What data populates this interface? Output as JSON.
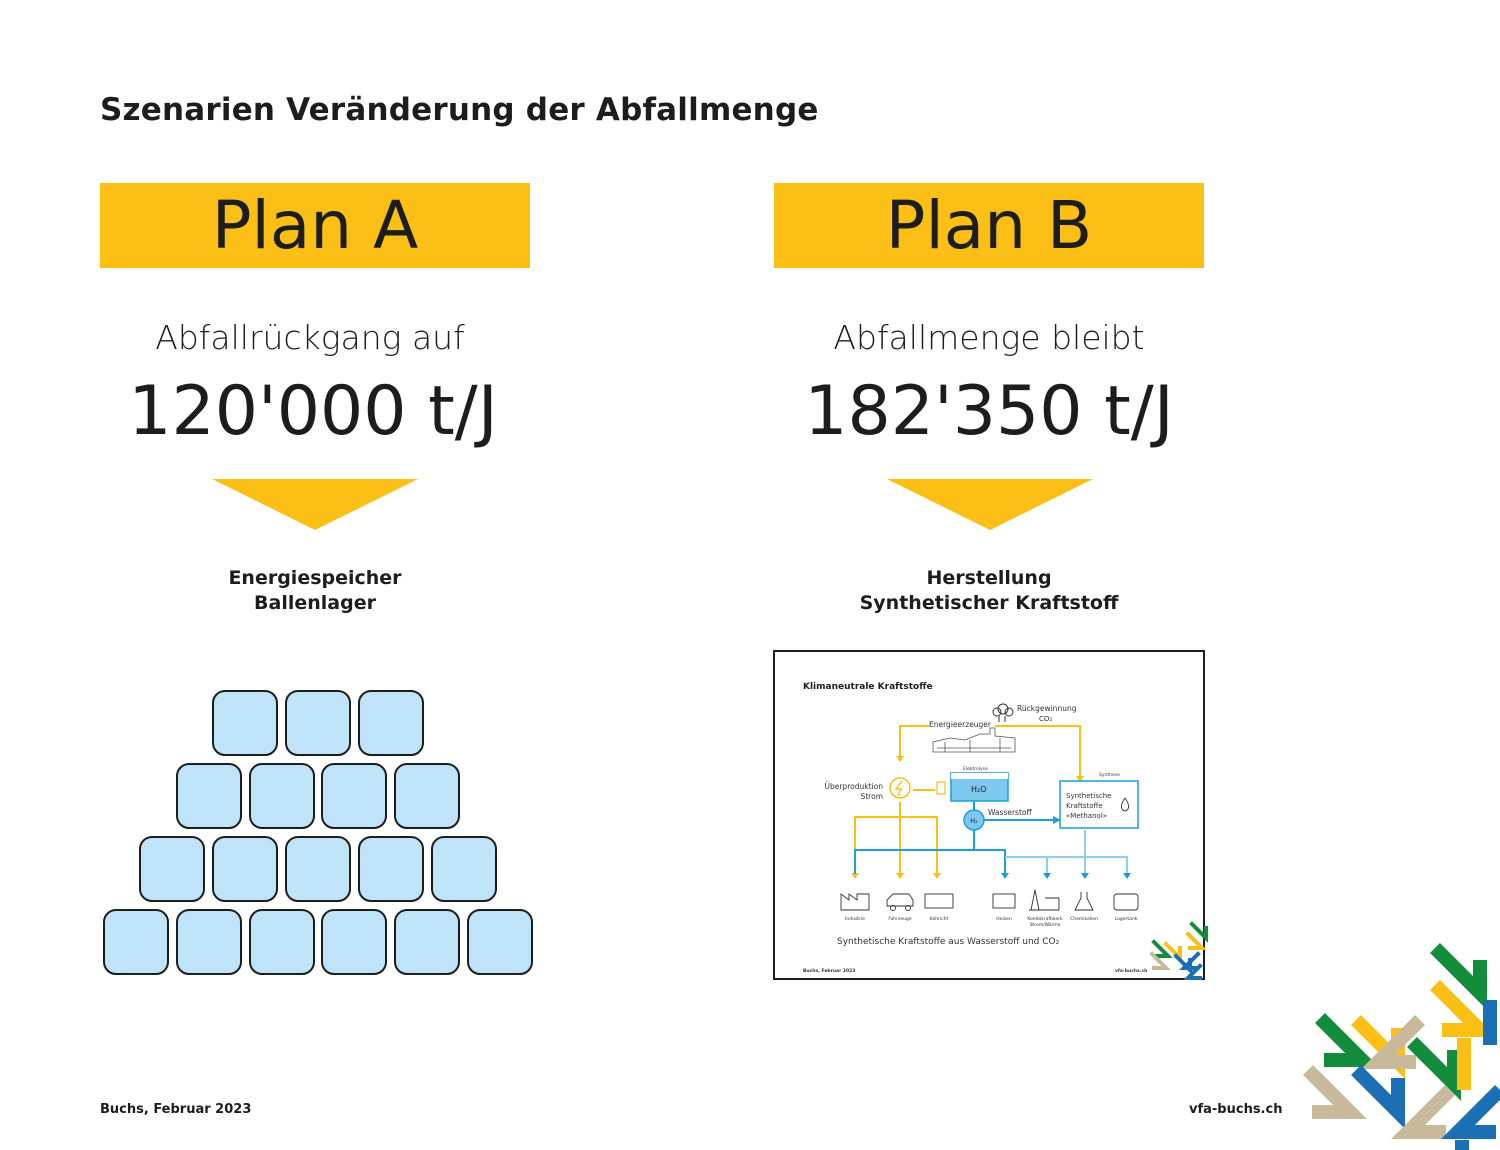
{
  "title": "Szenarien Veränderung der Abfallmenge",
  "colors": {
    "accent_yellow": "#fbbf15",
    "bale_fill": "#bfe3f8",
    "water_blue": "#1aa0dc",
    "logo_green": "#138c3b",
    "logo_blue": "#1b6fb4",
    "logo_beige": "#c9b99b"
  },
  "plan_a": {
    "label": "Plan A",
    "subtitle": "Abfallrückgang auf",
    "amount": "120'000 t/J",
    "caption_line1": "Energiespeicher",
    "caption_line2": "Ballenlager"
  },
  "plan_b": {
    "label": "Plan B",
    "subtitle": "Abfallmenge bleibt",
    "amount": "182'350 t/J",
    "caption_line1": "Herstellung",
    "caption_line2": "Synthetischer Kraftstoff"
  },
  "bale_stack": {
    "rows": [
      3,
      4,
      5,
      6
    ]
  },
  "diagram": {
    "title": "Klimaneutrale Kraftstoffe",
    "recovery": "Rückgewinnung",
    "recovery_sub": "CO₂",
    "producer": "Energieerzeuger",
    "overproduction_1": "Überproduktion",
    "overproduction_2": "Strom",
    "electrolysis": "Elektrolyse",
    "water": "H₂O",
    "hydrogen_symbol": "H₂",
    "hydrogen": "Wasserstoff",
    "synthesis": "Synthese",
    "fuel_1": "Synthetische",
    "fuel_2": "Kraftstoffe",
    "fuel_3": "«Methanol»",
    "consumers": [
      "Industrie",
      "Fahrzeuge",
      "Kehricht",
      "Heizen",
      "Kombikraftwerk",
      "Chemikalien",
      "Lagertank"
    ],
    "consumer_sub": "Strom/Wärme",
    "caption": "Synthetische Kraftstoffe aus Wasserstoff und CO₂",
    "footer_left": "Buchs, Februar 2023",
    "footer_right": "vfa-buchs.ch"
  },
  "footer": {
    "left": "Buchs, Februar 2023",
    "right": "vfa-buchs.ch"
  }
}
